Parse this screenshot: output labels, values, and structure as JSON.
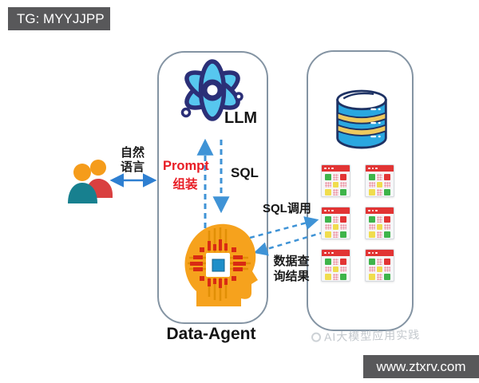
{
  "banners": {
    "top_left": "TG: MYYJJPP",
    "bottom_right": "www.ztxrv.com"
  },
  "labels": {
    "llm": "LLM",
    "data_agent": "Data-Agent",
    "prompt_en": "Prompt",
    "prompt_zh": "组装",
    "sql": "SQL",
    "natural_language_l1": "自然",
    "natural_language_l2": "语言",
    "sql_call": "SQL调用",
    "query_result_l1": "数据查",
    "query_result_l2": "询结果",
    "watermark": "AI大模型应用实践"
  },
  "icons": {
    "atom": "atom-icon (LLM model)",
    "head_chip": "head-chip-icon (Data-Agent)",
    "users": "users-icon (two people)",
    "database": "database-icon (cylinder stack)",
    "table": "table-icon (6 spreadsheet windows, 2 cols x 3 rows)",
    "watermark_logo": "watermark-logo-icon"
  },
  "colors": {
    "banner_bg": "#58585a",
    "panel_border": "#8494a3",
    "arrow_solid_blue": "#2e7fd1",
    "arrow_dashed_blue": "#3f93d6",
    "prompt_red": "#e81c24",
    "atom_navy": "#2b2f77",
    "atom_cyan": "#57c7ef",
    "head_orange": "#f6a21d",
    "chip_red": "#d92b13",
    "chip_trace_orange": "#e18f06",
    "chip_blue": "#1f8fc9",
    "db_blue": "#2aa7e0",
    "db_yellow": "#eec95e",
    "db_outline": "#1e3264",
    "table_header_red": "#e23434",
    "table_green": "#3eb44a",
    "table_yellow": "#f0dd4e",
    "people_teal": "#17808f",
    "people_red": "#d94040",
    "people_orange": "#f59c1b",
    "watermark_gray": "#c3c8cd"
  }
}
